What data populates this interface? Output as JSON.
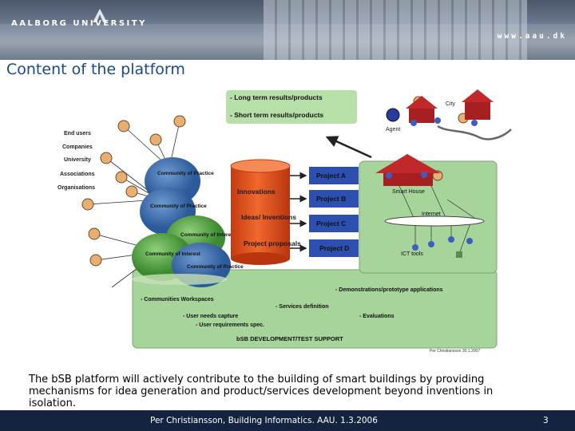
{
  "header": {
    "university": "AALBORG UNIVERSITY",
    "website": "www.aau.dk",
    "slide_title": "Content of the platform"
  },
  "diagram": {
    "legend": [
      "- Long term results/products",
      "- Short term results/products"
    ],
    "actors": [
      "End users",
      "Companies",
      "University",
      "Associations",
      "Organisations"
    ],
    "communities": [
      "Community of Practice",
      "Community of Practice",
      "Community of Interest",
      "Community of Interest",
      "Community of Practice"
    ],
    "cylinder": [
      "Innovations",
      "Ideas/ Inventions",
      "Project proposals"
    ],
    "projects": [
      "Project A",
      "Project B",
      "Project C",
      "Project D"
    ],
    "environment": [
      "City",
      "Agent",
      "Smart House",
      "Internet",
      "ICT tools"
    ],
    "support_labels": [
      "- Demonstrations/prototype applications",
      "- Communities Workspaces",
      "- Services definition",
      "- User needs capture",
      "- Evaluations",
      "- User requirements spec.",
      "bSB DEVELOPMENT/TEST SUPPORT"
    ],
    "credit": "Per Christiansson 30.1.2007"
  },
  "description": "The bSB platform will actively contribute to the building of smart buildings by providing mechanisms for idea generation and product/services development beyond inventions in isolation.",
  "footer": {
    "text": "Per Christiansson, Building Informatics. AAU. 1.3.2006",
    "page": "3"
  },
  "colors": {
    "title": "#1a4a8a",
    "support_bg": "#a6d49b",
    "cylinder": "#e8531c",
    "project": "#2c4fb0",
    "footer_bg": "#14233f"
  }
}
